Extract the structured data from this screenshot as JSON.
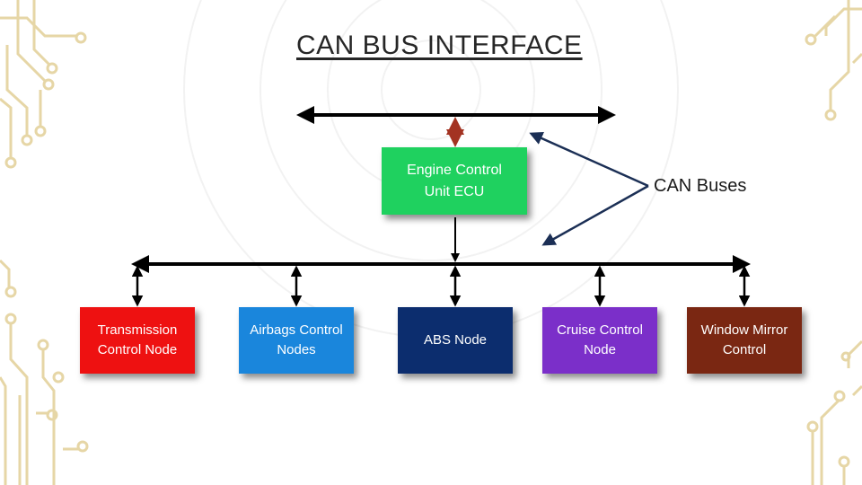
{
  "slide": {
    "title": "CAN BUS INTERFACE",
    "callout_label": "CAN Buses"
  },
  "diagram": {
    "ecu": {
      "label": "Engine Control\nUnit ECU",
      "color": "#1fd15f"
    },
    "nodes": [
      {
        "id": "transmission",
        "label": "Transmission\nControl Node",
        "color": "#ee1111"
      },
      {
        "id": "airbags",
        "label": "Airbags Control\nNodes",
        "color": "#1a86dc"
      },
      {
        "id": "abs",
        "label": "ABS Node",
        "color": "#0c2d6e"
      },
      {
        "id": "cruise",
        "label": "Cruise Control\nNode",
        "color": "#7b2fc9"
      },
      {
        "id": "window",
        "label": "Window Mirror\nControl",
        "color": "#7a2712"
      }
    ],
    "colors": {
      "bus_line": "#000000",
      "ecu_link": "#a33322",
      "callout_line": "#1b2f55",
      "circuit_decor": "#e8d9b0"
    }
  }
}
